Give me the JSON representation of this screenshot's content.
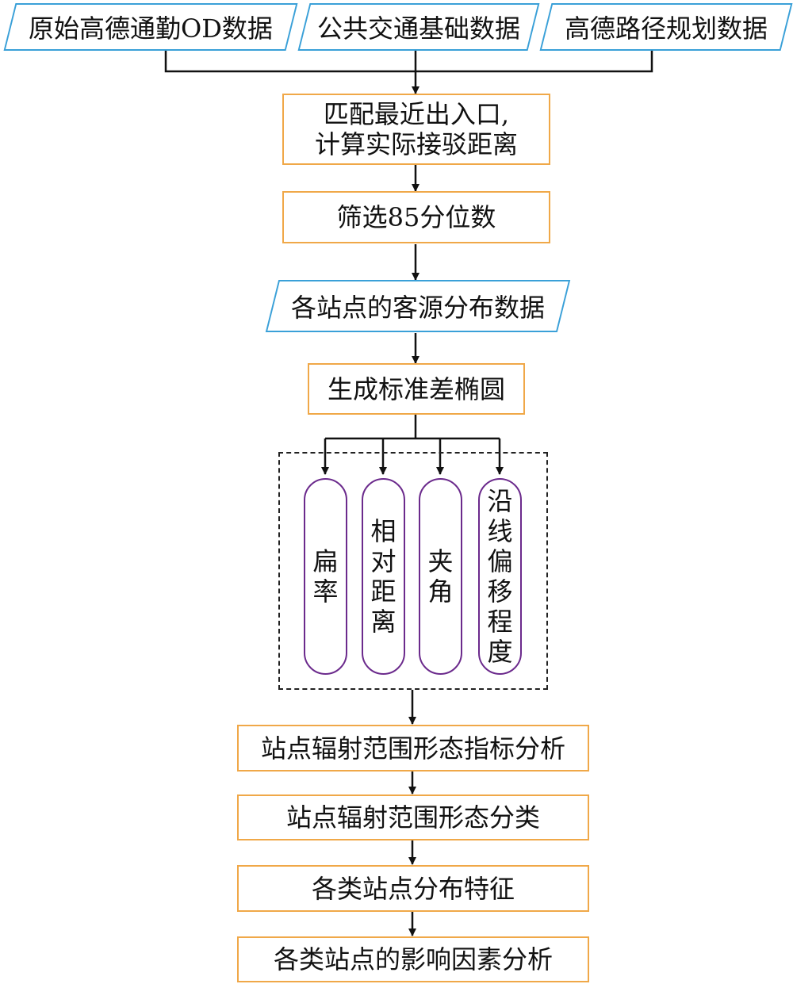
{
  "inputs": [
    {
      "label": "原始高德通勤OD数据"
    },
    {
      "label": "公共交通基础数据"
    },
    {
      "label": "高德路径规划数据"
    }
  ],
  "steps": {
    "match": [
      "匹配最近出入口,",
      "计算实际接驳距离"
    ],
    "filter": "筛选85分位数",
    "source_data": "各站点的客源分布数据",
    "ellipse": "生成标准差椭圆"
  },
  "indicators": [
    {
      "label": "扁率"
    },
    {
      "label": "相对距离"
    },
    {
      "label": "夹角"
    },
    {
      "label": "沿线偏移程度"
    }
  ],
  "analysis": [
    {
      "label": "站点辐射范围形态指标分析"
    },
    {
      "label": "站点辐射范围形态分类"
    },
    {
      "label": "各类站点分布特征"
    },
    {
      "label": "各类站点的影响因素分析"
    }
  ],
  "colors": {
    "data_border": "#3aa0d8",
    "process_border": "#f0a848",
    "indicator_border": "#6b2a8c",
    "connector": "#111111"
  }
}
